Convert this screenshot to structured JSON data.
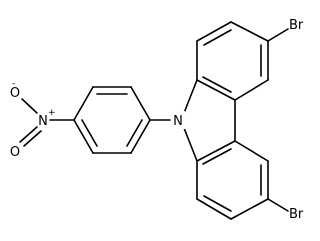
{
  "diagram": {
    "kind": "chemical-structure",
    "atom_labels": {
      "br_top": "Br",
      "br_bottom": "Br",
      "n_ring": "N",
      "n_nitro": "N",
      "o_top": "O",
      "o_bottom": "O",
      "charge_plus": "+",
      "charge_minus": "-"
    },
    "colors": {
      "line": "#000000",
      "background": "#ffffff"
    }
  }
}
